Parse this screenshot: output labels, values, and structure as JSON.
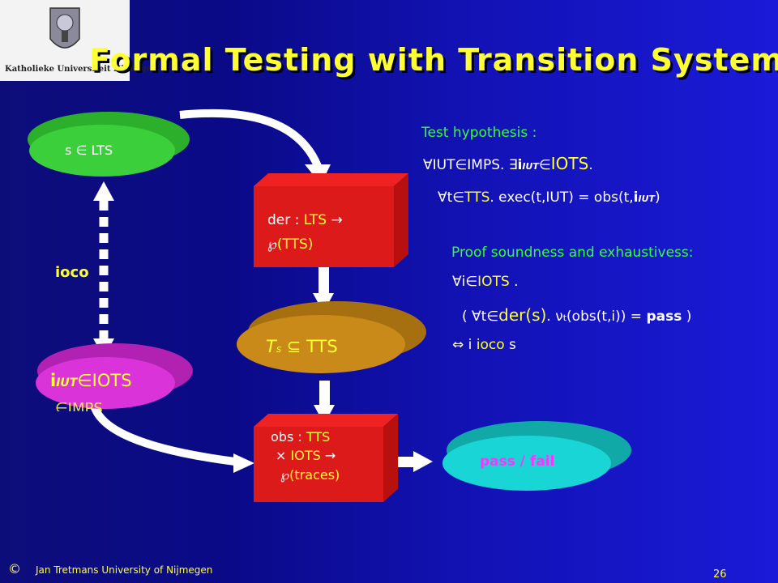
{
  "slide": {
    "title": "Formal Testing with Transition Systems",
    "logo_text": "Katholieke Universiteit Nijmegen",
    "footer_copy": "©",
    "footer_text": "Jan Tretmans   University of Nijmegen",
    "page_number": "26"
  },
  "diagram": {
    "spec_prefix": "s",
    "spec_rel": "∈",
    "spec_set": "LTS",
    "ioco_label": "ioco",
    "iut_name": "i",
    "iut_sub": "IUT",
    "iut_rel": "∈",
    "iut_set": "IOTS",
    "iut_hidden": "∈IMPS",
    "der_line1_a": "der : ",
    "der_line1_b": "LTS",
    "der_line1_c": "→",
    "der_line2_a": "℘",
    "der_line2_b": "(TTS)",
    "ts_t": "T",
    "ts_sub": "s",
    "ts_rel": "⊆",
    "ts_set": "TTS",
    "obs_line1_a": "obs : ",
    "obs_line1_b": "TTS",
    "obs_line2_a": "× ",
    "obs_line2_b": "IOTS",
    "obs_line2_c": "→",
    "obs_line3_a": "℘",
    "obs_line3_b": "(traces)",
    "verdict": "pass / fail"
  },
  "hypothesis": {
    "heading": "Test hypothesis :",
    "l1_a": "∀IUT∈",
    "l1_b": "IMPS",
    "l1_c": ". ∃",
    "l1_d": "i",
    "l1_e": "IUT",
    "l1_f": "∈",
    "l1_g": "IOTS",
    "l1_h": ".",
    "l2_a": "∀t∈",
    "l2_b": "TTS",
    "l2_c": ". exec(t,IUT) = obs(t,",
    "l2_d": "i",
    "l2_e": "IUT",
    "l2_f": ")"
  },
  "proof": {
    "heading": "Proof soundness and exhaustivess:",
    "l1_a": "∀i∈",
    "l1_b": "IOTS",
    "l1_c": ".",
    "l2_a": "( ∀t∈",
    "l2_b": "der(s)",
    "l2_c": ". ν",
    "l2_d": "t",
    "l2_e": "(obs(t,i)) = ",
    "l2_f": "pass",
    "l2_g": " )",
    "l3_a": "⇔",
    "l3_b": " i ",
    "l3_c": "ioco",
    "l3_d": " s"
  }
}
